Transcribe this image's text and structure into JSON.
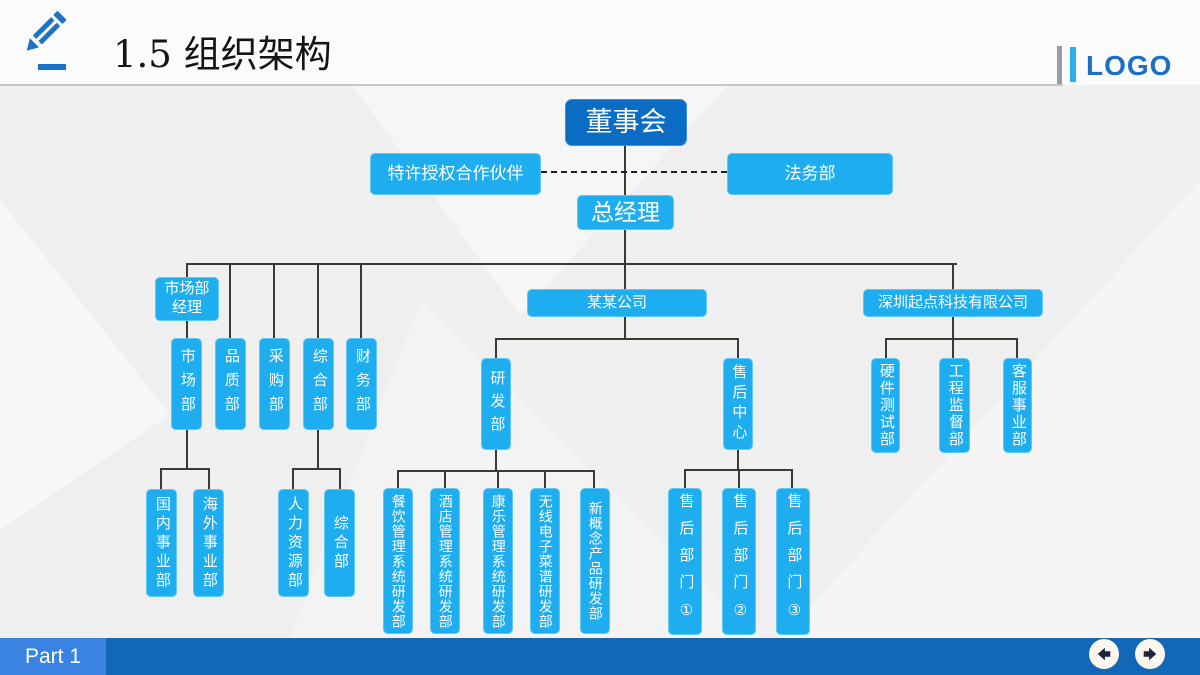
{
  "header": {
    "title": "1.5 组织架构",
    "logo_text": "LOGO"
  },
  "chart": {
    "board": "董事会",
    "franchise_partner": "特许授权合作伙伴",
    "legal_dept": "法务部",
    "general_manager": "总经理",
    "marketing_manager": "市场部经理",
    "departments": [
      "市场部",
      "品质部",
      "采购部",
      "综合部",
      "财务部"
    ],
    "marketing_subs": [
      "国内事业部",
      "海外事业部"
    ],
    "general_subs": [
      "人力资源部",
      "综合部"
    ],
    "mid_company": "某某公司",
    "rd_dept": "研发部",
    "aftersale_center": "售后中心",
    "rd_subs": [
      "餐饮管理系统研发部",
      "酒店管理系统研发部",
      "康乐管理系统研发部",
      "无线电子菜谱研发部",
      "新概念产品研发部"
    ],
    "aftersale_subs": [
      "售后部门①",
      "售后部门②",
      "售后部门③"
    ],
    "right_company": "深圳起点科技有限公司",
    "right_subs": [
      "硬件测试部",
      "工程监督部",
      "客服事业部"
    ]
  },
  "footer": {
    "part_label": "Part 1"
  },
  "colors": {
    "box_accent": "#1EADEF",
    "box_dark": "#0A6CC2",
    "footer_bar": "#1268B6",
    "part_chip": "#3A83E3",
    "logo_blue": "#1C6FC2"
  }
}
